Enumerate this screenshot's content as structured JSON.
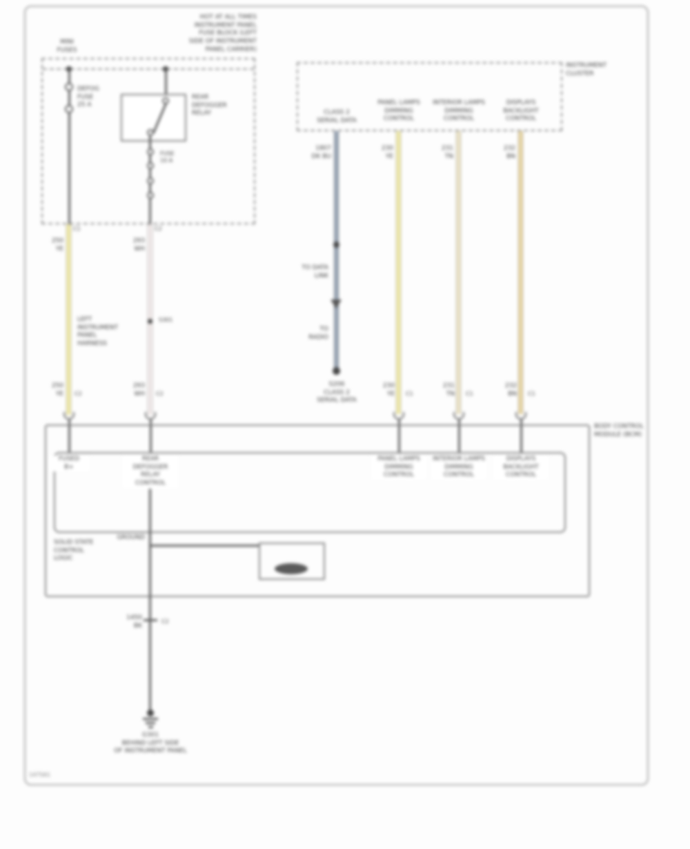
{
  "page": {
    "code": "1475A1"
  },
  "colors": {
    "yellow": "#f4eda8",
    "pale_pink": "#f7efee",
    "blue_gray": "#97a4b4",
    "cream": "#f0e7c8",
    "tan": "#ebd8a4",
    "line": "#5c5c5c"
  },
  "fuse_block": {
    "note": "HOT AT ALL TIMES\nINSTRUMENT PANEL\nFUSE BLOCK (LEFT\nSIDE OF INSTRUMENT\nPANEL CARRIER)",
    "mini_label": "MINI\nFUSES",
    "fuse1_label": "DEFOG\nFUSE\n25 A",
    "relay_label": "REAR\nDEFOGGER\nRELAY",
    "fuse2_label": "FUSE\n10 A",
    "exit1_conn": "C1",
    "exit2_conn": "C2"
  },
  "cluster": {
    "name": "INSTRUMENT\nCLUSTER",
    "pins": {
      "serial": "CLASS 2\nSERIAL DATA",
      "panel": "PANEL LAMPS\nDIMMING\nCONTROL",
      "interior": "INTERIOR LAMPS\nDIMMING\nCONTROL",
      "displays": "DISPLAYS\nBACKLIGHT\nCONTROL"
    }
  },
  "wires": {
    "yellow": {
      "code": "250\nYE",
      "conn": "C2"
    },
    "white": {
      "code": "293\nWH",
      "conn": "C2",
      "splice": "S301"
    },
    "blue": {
      "code": "1807\nDK BU",
      "to1": "TO DATA\nLINK",
      "to2": "TO\nRADIO",
      "splice_label": "S206\nCLASS 2\nSERIAL DATA"
    },
    "yellow2": {
      "code": "230\nYE",
      "conn": "C1"
    },
    "cream": {
      "code": "231\nTN",
      "conn": "C1"
    },
    "tan": {
      "code": "232\nBN",
      "conn": "C1"
    },
    "ground": {
      "code": "1450\nBK",
      "conn": "C2"
    }
  },
  "harness_label": "LEFT\nINSTRUMENT\nPANEL\nHARNESS",
  "bcm": {
    "name": "BODY CONTROL\nMODULE (BCM)",
    "pins": {
      "fused_b": "FUSED\nB+",
      "relay_control": "REAR\nDEFOGGER\nRELAY\nCONTROL",
      "panel": "PANEL LAMPS\nDIMMING\nCONTROL",
      "interior": "INTERIOR LAMPS\nDIMMING\nCONTROL",
      "displays": "DISPLAYS\nBACKLIGHT\nCONTROL",
      "ground": "GROUND"
    },
    "logic_label": "SOLID STATE\nCONTROL\nLOGIC"
  },
  "ground": {
    "label": "G301\nBEHIND LEFT SIDE\nOF INSTRUMENT PANEL"
  }
}
